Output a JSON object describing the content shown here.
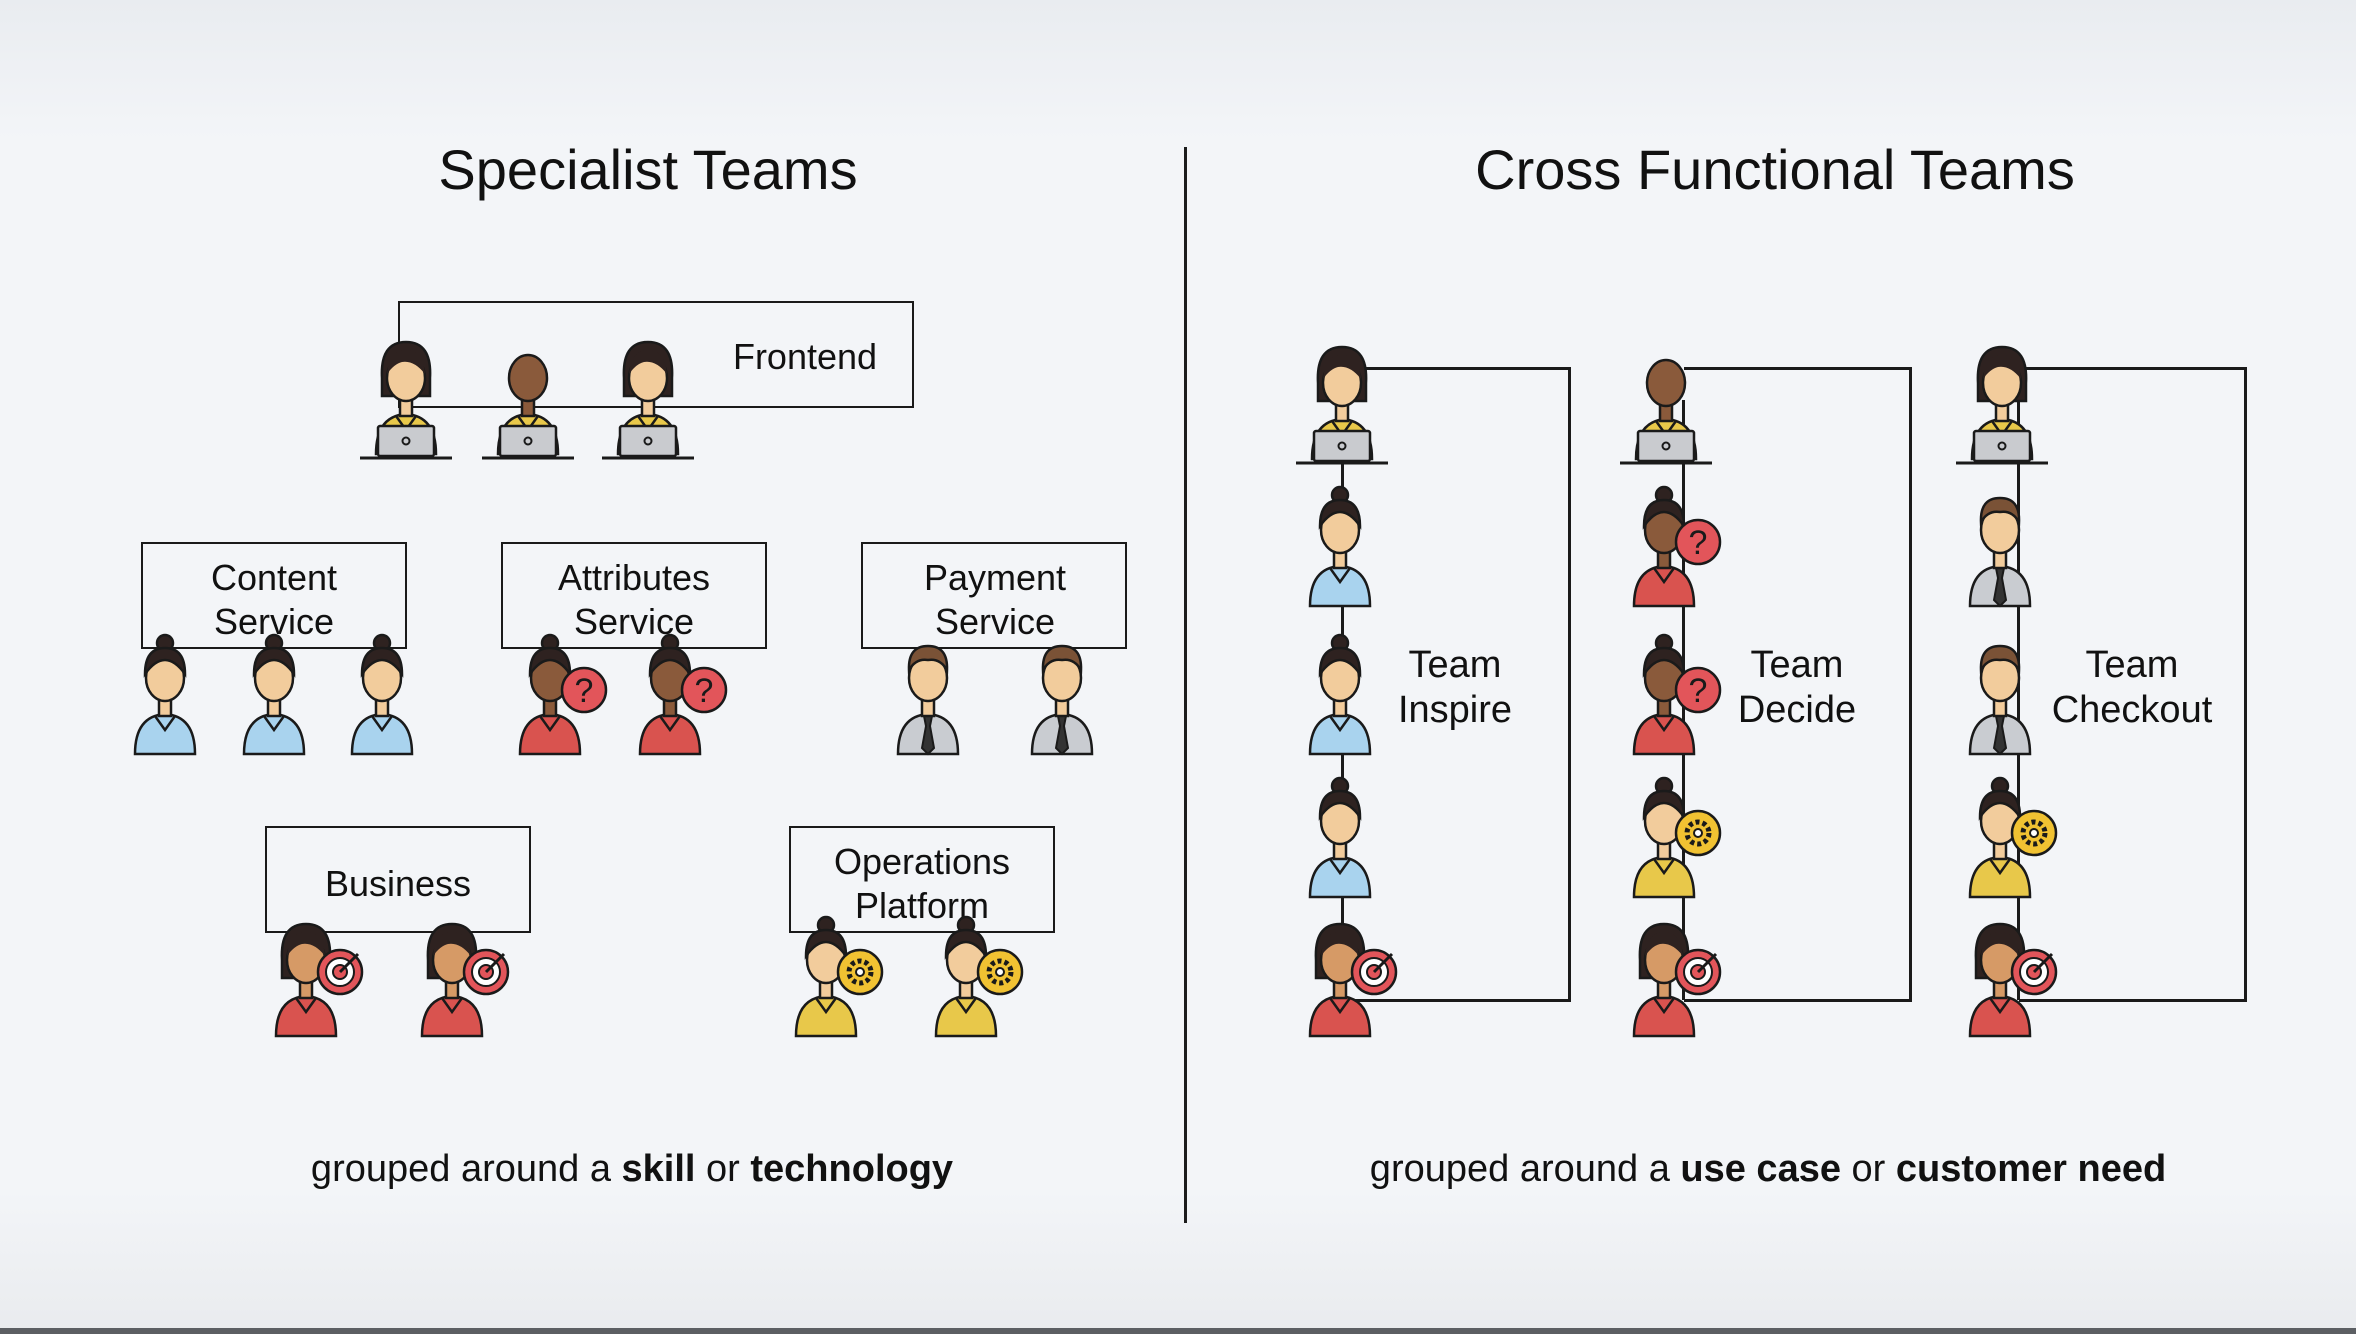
{
  "left": {
    "title": "Specialist Teams",
    "caption": {
      "prefix": "grouped around a ",
      "bold1": "skill",
      "mid": " or ",
      "bold2": "technology"
    },
    "teams": {
      "frontend": {
        "label": "Frontend"
      },
      "content": {
        "line1": "Content",
        "line2": "Service"
      },
      "attributes": {
        "line1": "Attributes",
        "line2": "Service"
      },
      "payment": {
        "line1": "Payment",
        "line2": "Service"
      },
      "business": {
        "label": "Business"
      },
      "operations": {
        "line1": "Operations",
        "line2": "Platform"
      }
    }
  },
  "right": {
    "title": "Cross Functional Teams",
    "caption": {
      "prefix": "grouped around a ",
      "bold1": "use case",
      "mid": " or ",
      "bold2": "customer need"
    },
    "teams": [
      {
        "line1": "Team",
        "line2": "Inspire"
      },
      {
        "line1": "Team",
        "line2": "Decide"
      },
      {
        "line1": "Team",
        "line2": "Checkout"
      }
    ]
  },
  "roles": {
    "frontend_dev": {
      "icon": "laptop-icon",
      "shirt": "#e8c84a"
    },
    "content_dev": {
      "icon": "none",
      "shirt": "#a9d3ee"
    },
    "attributes_dev": {
      "icon": "question-icon",
      "shirt": "#d9534f"
    },
    "payment_dev": {
      "icon": "tie-icon",
      "shirt": "#c9ccd1"
    },
    "business": {
      "icon": "target-icon",
      "shirt": "#d9534f"
    },
    "operations": {
      "icon": "gear-icon",
      "shirt": "#e8c84a"
    }
  },
  "colors": {
    "divider": "#1c1c1c",
    "badge_red": "#e2555a",
    "badge_yellow": "#f1c232",
    "skin_light": "#f2cc9c",
    "skin_mid": "#d69a66",
    "skin_dark": "#8a5a3b"
  }
}
